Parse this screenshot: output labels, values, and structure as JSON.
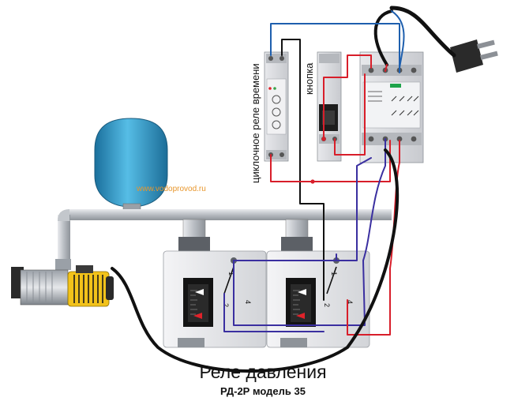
{
  "labels": {
    "timer_relay": "циклочное реле времени",
    "button": "кнопка",
    "watermark": "www.vodoprovod.ru",
    "caption_title": "Реле давления",
    "caption_model": "РД-2Р модель 35"
  },
  "switch_marks": {
    "left": {
      "top": "1",
      "bottom_left": "2",
      "bottom_right": "4"
    },
    "right": {
      "top": "1",
      "bottom_left": "2",
      "bottom_right": "4"
    }
  },
  "colors": {
    "wire_black": "#111111",
    "wire_red": "#d81e2a",
    "wire_blue": "#3a2fa0",
    "wire_lightblue": "#1e5fae",
    "pipe": "#c9ccd0",
    "tank": "#2e96c7",
    "pump_yellow": "#f2c21a",
    "device_gray": "#dcdde0"
  }
}
